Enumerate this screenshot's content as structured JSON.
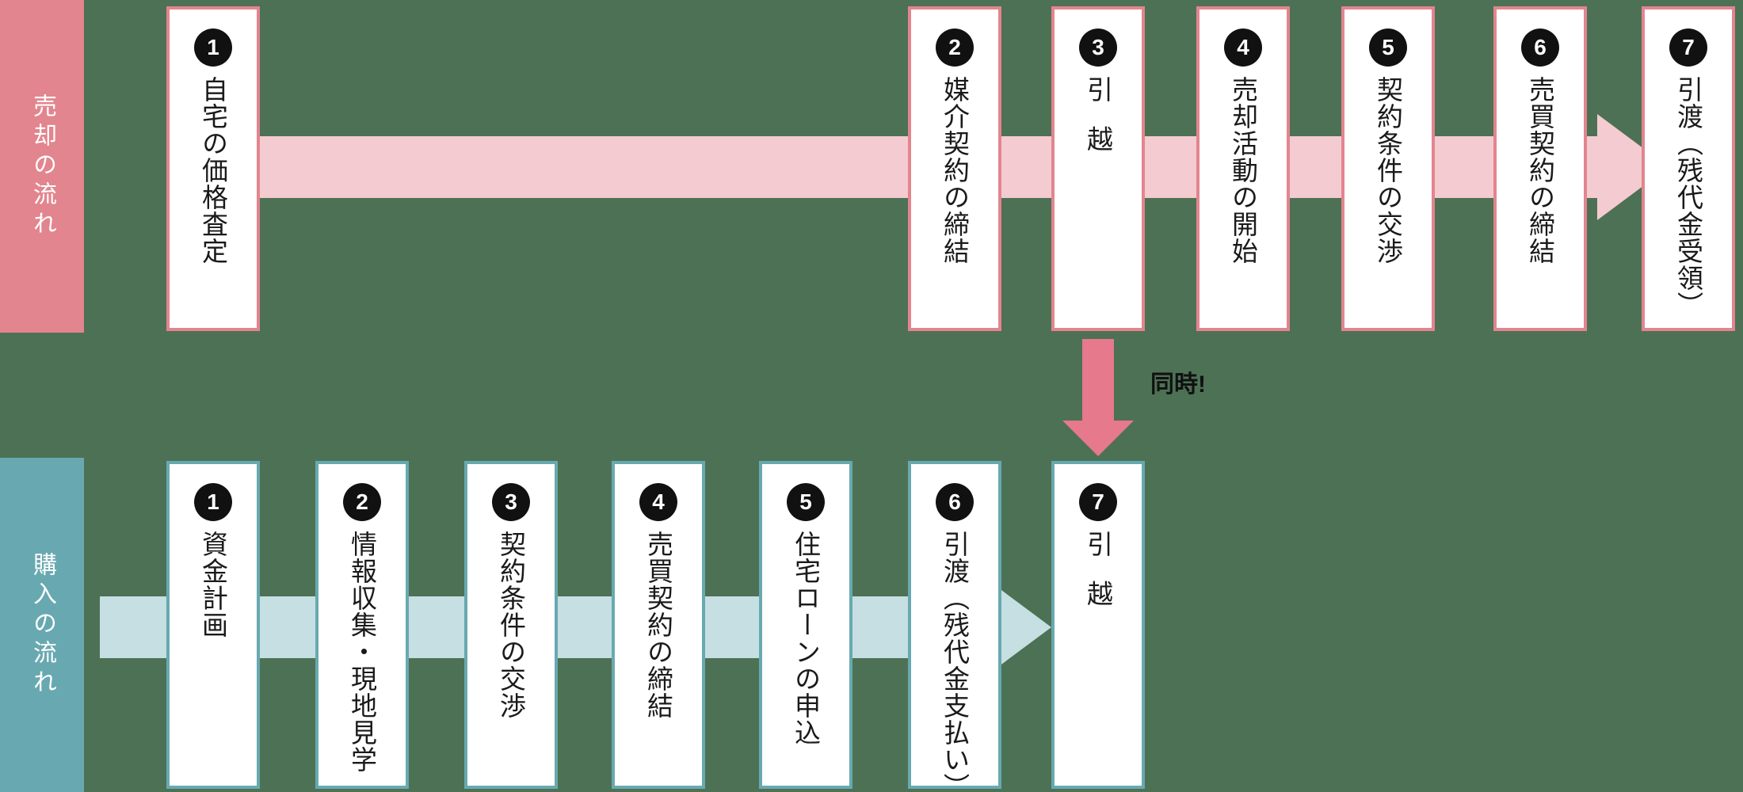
{
  "colors": {
    "bg": "#4d7154",
    "pink": "#e2858f",
    "pink-light": "#f4cbd0",
    "pink-strong": "#e6798b",
    "teal": "#68a9b1",
    "teal-light": "#c6dfe2"
  },
  "sell_flow": {
    "label": "売却の流れ",
    "steps": [
      {
        "num": "1",
        "text": "自宅の価格査定"
      },
      {
        "num": "2",
        "text": "媒介契約の締結"
      },
      {
        "num": "3",
        "text": "引越"
      },
      {
        "num": "4",
        "text": "売却活動の開始"
      },
      {
        "num": "5",
        "text": "契約条件の交渉"
      },
      {
        "num": "6",
        "text": "売買契約の締結"
      },
      {
        "num": "7",
        "text": "引渡（残代金受領）"
      }
    ]
  },
  "buy_flow": {
    "label": "購入の流れ",
    "steps": [
      {
        "num": "1",
        "text": "資金計画"
      },
      {
        "num": "2",
        "text": "情報収集・現地見学"
      },
      {
        "num": "3",
        "text": "契約条件の交渉"
      },
      {
        "num": "4",
        "text": "売買契約の締結"
      },
      {
        "num": "5",
        "text": "住宅ローンの申込"
      },
      {
        "num": "6",
        "text": "引渡（残代金支払い）"
      },
      {
        "num": "7",
        "text": "引越"
      }
    ]
  },
  "connector": {
    "label": "同時!"
  }
}
